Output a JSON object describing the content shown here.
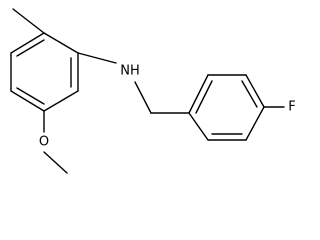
{
  "molecule": {
    "atoms": [
      {
        "label": "NH",
        "name": "amine-nh-label"
      },
      {
        "label": "O",
        "name": "ether-oxygen-label"
      },
      {
        "label": "F",
        "name": "fluorine-label"
      }
    ]
  },
  "colors": {
    "bond": "#000000",
    "label": "#000000",
    "background": "#ffffff"
  }
}
